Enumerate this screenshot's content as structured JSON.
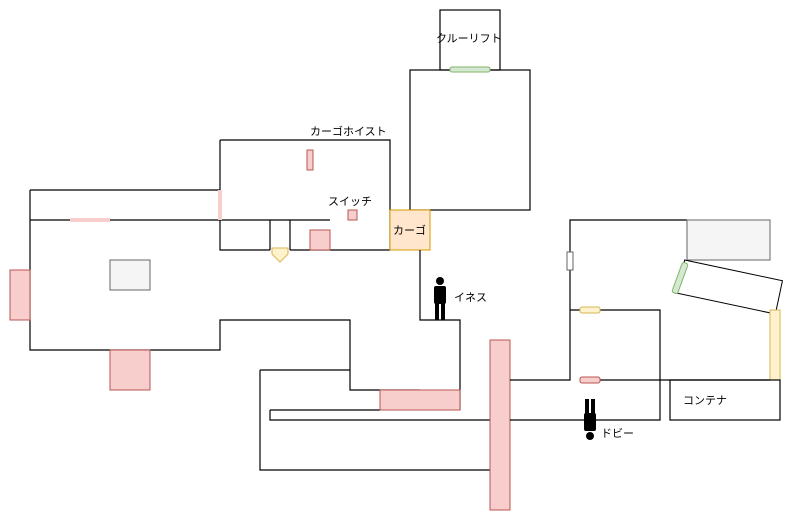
{
  "labels": {
    "crew_lift": "クルーリフト",
    "cargo_hoist": "カーゴホイスト",
    "switch": "スイッチ",
    "cargo": "カーゴ",
    "ines": "イネス",
    "container": "コンテナ",
    "dobby": "ドビー"
  },
  "colors": {
    "door_red_fill": "#f8cecc",
    "door_red_stroke": "#b85450",
    "door_green_fill": "#d5e8d4",
    "door_green_stroke": "#82b366",
    "door_yellow_fill": "#fff2cc",
    "door_yellow_stroke": "#d6b656",
    "door_orange_fill": "#ffe6cc",
    "door_orange_stroke": "#d79b00",
    "crate_fill": "#f5f5f5",
    "crate_stroke": "#666666",
    "person": "#000000"
  },
  "icons": {
    "person": "person-icon",
    "arrow": "arrow-down-icon"
  }
}
